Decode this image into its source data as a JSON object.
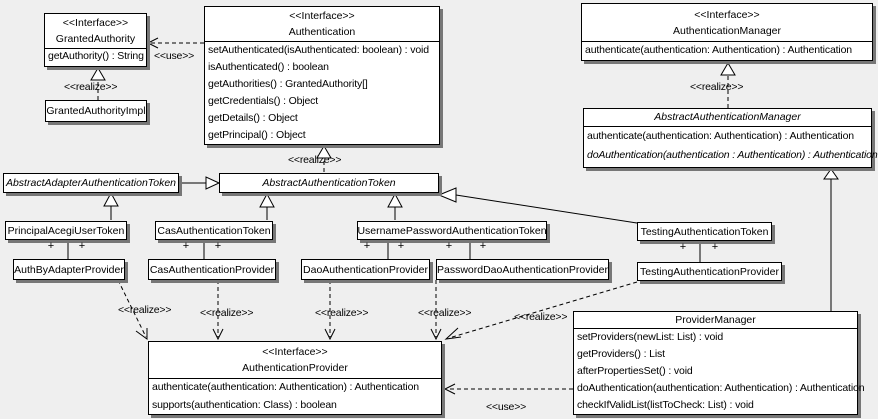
{
  "diagram": {
    "type": "uml-class-diagram",
    "background_color": "#efefef",
    "box_fill": "#ffffff",
    "border_color": "#000000",
    "shadow_color": "#777777"
  },
  "labels": {
    "use": "<<use>>",
    "realize": "<<realize>>",
    "plus": "+"
  },
  "classes": {
    "granted_authority": {
      "stereotype": "<<Interface>>",
      "name": "GrantedAuthority",
      "methods": [
        "getAuthority() : String"
      ]
    },
    "granted_authority_impl": {
      "name": "GrantedAuthorityImpl"
    },
    "authentication": {
      "stereotype": "<<Interface>>",
      "name": "Authentication",
      "methods": [
        "setAuthenticated(isAuthenticated: boolean) : void",
        "isAuthenticated() : boolean",
        "getAuthorities() : GrantedAuthority[]",
        "getCredentials() : Object",
        "getDetails() : Object",
        "getPrincipal() : Object"
      ]
    },
    "authentication_manager": {
      "stereotype": "<<Interface>>",
      "name": "AuthenticationManager",
      "methods": [
        "authenticate(authentication: Authentication) : Authentication"
      ]
    },
    "abstract_authentication_manager": {
      "name": "AbstractAuthenticationManager",
      "methods": [
        "authenticate(authentication: Authentication) : Authentication",
        "doAuthentication(authentication : Authentication) : Authentication"
      ]
    },
    "abstract_adapter_authentication_token": {
      "name": "AbstractAdapterAuthenticationToken"
    },
    "abstract_authentication_token": {
      "name": "AbstractAuthenticationToken"
    },
    "principal_acegi_user_token": {
      "name": "PrincipalAcegiUserToken"
    },
    "cas_authentication_token": {
      "name": "CasAuthenticationToken"
    },
    "username_password_authentication_token": {
      "name": "UsernamePasswordAuthenticationToken"
    },
    "testing_authentication_token": {
      "name": "TestingAuthenticationToken"
    },
    "auth_by_adapter_provider": {
      "name": "AuthByAdapterProvider"
    },
    "cas_authentication_provider": {
      "name": "CasAuthenticationProvider"
    },
    "dao_authentication_provider": {
      "name": "DaoAuthenticationProvider"
    },
    "password_dao_authentication_provider": {
      "name": "PasswordDaoAuthenticationProvider"
    },
    "testing_authentication_provider": {
      "name": "TestingAuthenticationProvider"
    },
    "authentication_provider": {
      "stereotype": "<<Interface>>",
      "name": "AuthenticationProvider",
      "methods": [
        "authenticate(authentication: Authentication) : Authentication",
        "supports(authentication: Class) : boolean"
      ]
    },
    "provider_manager": {
      "name": "ProviderManager",
      "methods": [
        "setProviders(newList: List) : void",
        "getProviders() : List",
        "afterPropertiesSet() : void",
        "doAuthentication(authentication: Authentication) : Authentication",
        "checkIfValidList(listToCheck: List) : void"
      ]
    }
  }
}
